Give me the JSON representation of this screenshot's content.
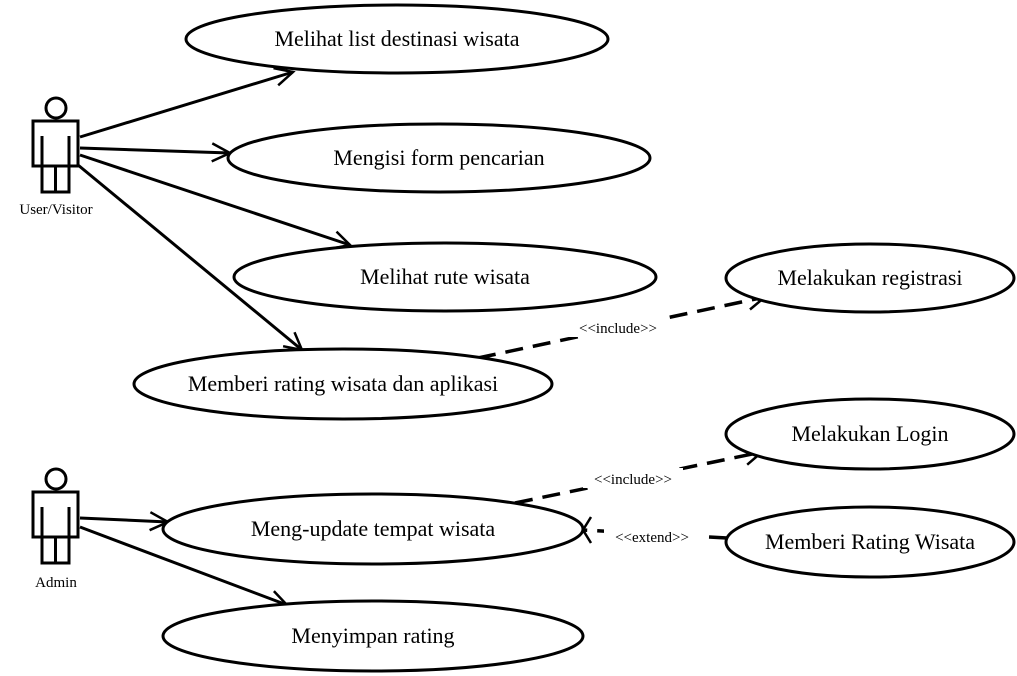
{
  "actors": [
    {
      "id": "user",
      "label": "User/Visitor"
    },
    {
      "id": "admin",
      "label": "Admin"
    }
  ],
  "use_cases": [
    {
      "id": "uc1",
      "label": "Melihat list destinasi wisata"
    },
    {
      "id": "uc2",
      "label": "Mengisi form pencarian"
    },
    {
      "id": "uc3",
      "label": "Melihat rute wisata"
    },
    {
      "id": "uc4",
      "label": "Memberi rating wisata dan aplikasi"
    },
    {
      "id": "uc5",
      "label": "Melakukan registrasi"
    },
    {
      "id": "uc6",
      "label": "Melakukan Login"
    },
    {
      "id": "uc7",
      "label": "Meng-update tempat wisata"
    },
    {
      "id": "uc8",
      "label": "Memberi Rating Wisata"
    },
    {
      "id": "uc9",
      "label": "Menyimpan rating"
    }
  ],
  "relations": [
    {
      "from": "user",
      "to": "uc1",
      "kind": "association"
    },
    {
      "from": "user",
      "to": "uc2",
      "kind": "association"
    },
    {
      "from": "user",
      "to": "uc3",
      "kind": "association"
    },
    {
      "from": "user",
      "to": "uc4",
      "kind": "association"
    },
    {
      "from": "uc4",
      "to": "uc5",
      "kind": "dependency",
      "label": "<<include>>"
    },
    {
      "from": "admin",
      "to": "uc7",
      "kind": "association"
    },
    {
      "from": "admin",
      "to": "uc9",
      "kind": "association"
    },
    {
      "from": "uc7",
      "to": "uc6",
      "kind": "dependency",
      "label": "<<include>>"
    },
    {
      "from": "uc8",
      "to": "uc7",
      "kind": "dependency",
      "label": "<<extend>>"
    }
  ]
}
